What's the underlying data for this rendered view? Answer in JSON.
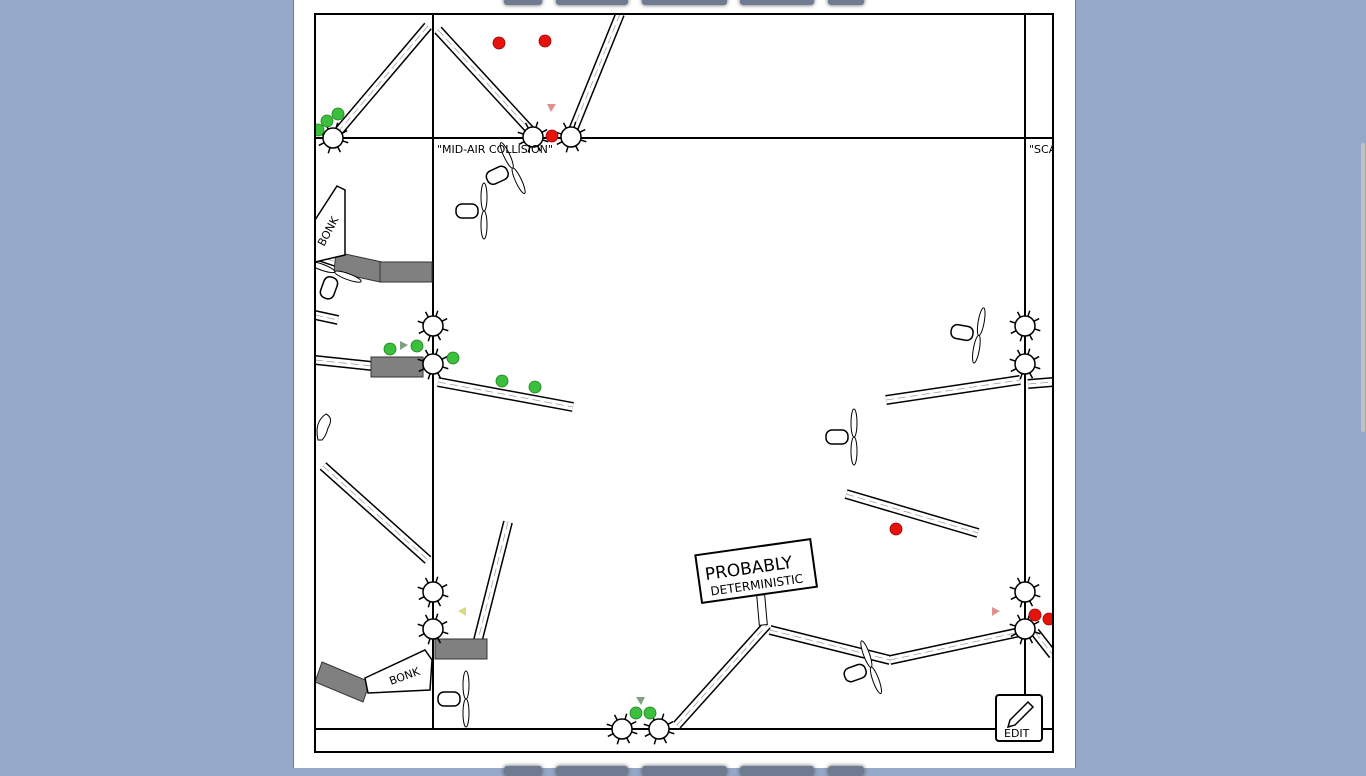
{
  "comic": {
    "label_mid_air": "\"MID-AIR COLLISION\"",
    "label_scattered": "\"SCA",
    "bonk_top": "BONK",
    "bonk_bottom": "BONK",
    "sign_line1": "PROBABLY",
    "sign_line2": "DETERMINISTIC",
    "edit_label": "EDIT"
  },
  "colors": {
    "background": "#96a8c8",
    "ball_red": "#e8120c",
    "ball_green": "#3cbf3c",
    "block": "#808080"
  }
}
